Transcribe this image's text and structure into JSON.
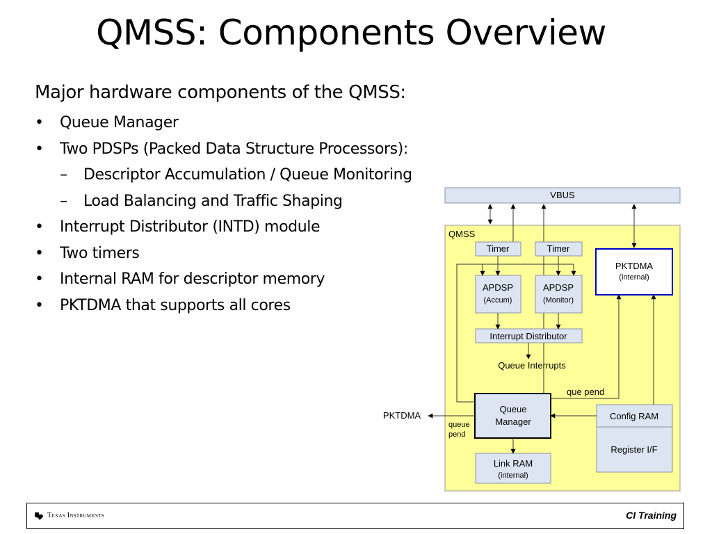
{
  "slide": {
    "title": "QMSS: Components Overview",
    "intro": "Major hardware components of the QMSS:",
    "bullets": [
      {
        "level": 1,
        "text": "Queue Manager"
      },
      {
        "level": 1,
        "text": "Two PDSPs (Packed Data Structure Processors):"
      },
      {
        "level": 2,
        "text": "Descriptor Accumulation / Queue Monitoring"
      },
      {
        "level": 2,
        "text": "Load Balancing and Traffic Shaping"
      },
      {
        "level": 1,
        "text": "Interrupt Distributor (INTD) module"
      },
      {
        "level": 1,
        "text": "Two timers"
      },
      {
        "level": 1,
        "text": "Internal RAM for descriptor memory"
      },
      {
        "level": 1,
        "text": "PKTDMA that supports all cores"
      }
    ]
  },
  "diagram": {
    "vbus": "VBUS",
    "qmss_label": "QMSS",
    "timer1": "Timer",
    "timer2": "Timer",
    "pktdma_box": {
      "title": "PKTDMA",
      "sub": "(internal)"
    },
    "apdsp1": {
      "title": "APDSP",
      "sub": "(Accum)"
    },
    "apdsp2": {
      "title": "APDSP",
      "sub": "(Monitor)"
    },
    "interrupt_distributor": "Interrupt Distributor",
    "queue_interrupts": "Queue Interrupts",
    "que_pend": "que pend",
    "queue_manager": {
      "line1": "Queue",
      "line2": "Manager"
    },
    "config_ram": "Config RAM",
    "register_if": "Register I/F",
    "link_ram": {
      "title": "Link RAM",
      "sub": "(internal)"
    },
    "pktdma_out": "PKTDMA",
    "queue_pend_side": {
      "line1": "queue",
      "line2": "pend"
    },
    "colors": {
      "qmss_fill": "#ffff99",
      "box_fill": "#dde4f2",
      "pktdma_border": "#0000cc",
      "line": "#333333"
    }
  },
  "footer": {
    "logo_text": "Texas Instruments",
    "logo_icon": "texas-state-icon",
    "right_text": "CI Training"
  }
}
